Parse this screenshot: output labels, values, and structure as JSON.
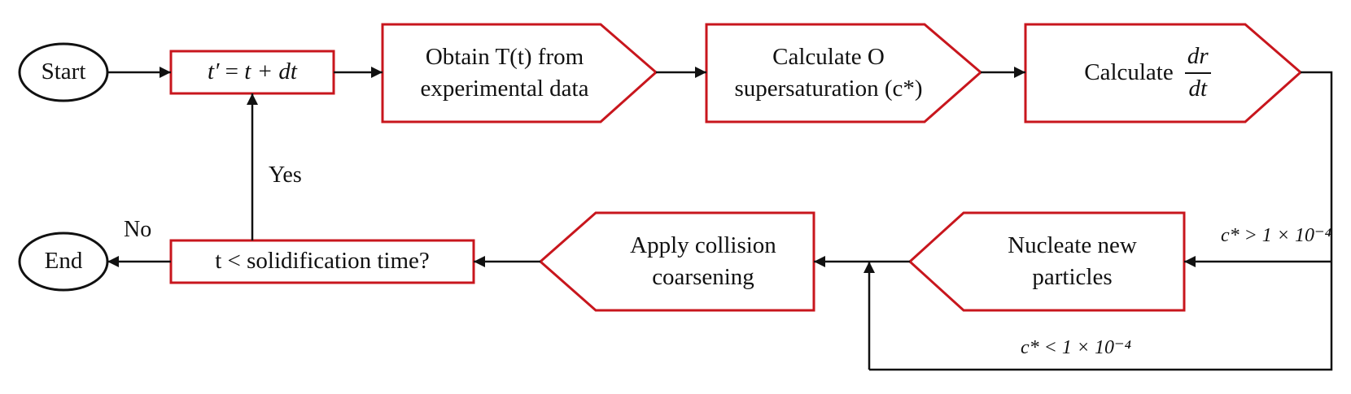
{
  "nodes": {
    "start": {
      "label": "Start"
    },
    "end": {
      "label": "End"
    },
    "time_step": {
      "lhs": "t′",
      "eq": "=",
      "rhs": "t + dt"
    },
    "obtain_temp": {
      "line1": "Obtain T(t) from",
      "line2": "experimental data"
    },
    "calc_super": {
      "line1": "Calculate O",
      "line2": "supersaturation (c*)"
    },
    "calc_growth": {
      "label": "Calculate",
      "num": "dr",
      "den": "dt"
    },
    "nucleate": {
      "line1": "Nucleate new",
      "line2": "particles"
    },
    "collision": {
      "line1": "Apply collision",
      "line2": "coarsening"
    },
    "decision": {
      "label": "t < solidification time?"
    }
  },
  "edges": {
    "yes_label": "Yes",
    "no_label": "No",
    "cond_above": "c* > 1 × 10⁻⁴",
    "cond_below": "c* < 1 × 10⁻⁴"
  },
  "colors": {
    "box_border": "#c8161d",
    "line": "#111111",
    "text": "#111111",
    "background": "#ffffff"
  }
}
